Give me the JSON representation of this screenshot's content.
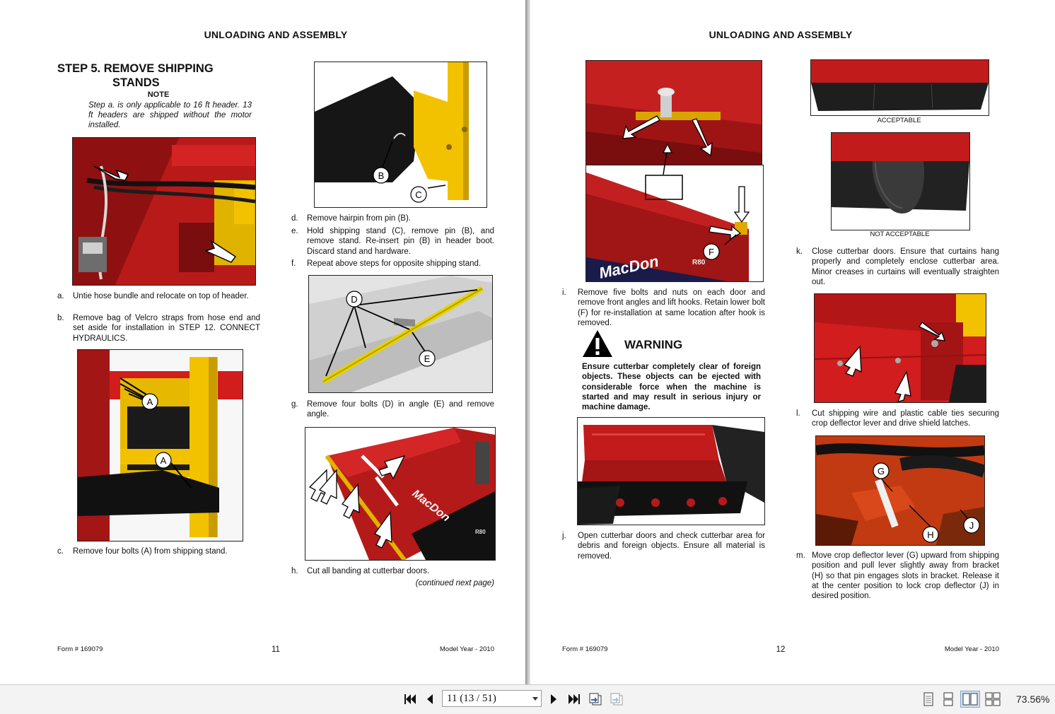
{
  "document": {
    "left_page": {
      "header": "UNLOADING AND ASSEMBLY",
      "step_title_line1": "STEP 5.  REMOVE SHIPPING",
      "step_title_line2": "STANDS",
      "note_label": "NOTE",
      "note_text": "Step a. is only applicable to 16 ft header. 13 ft headers are shipped without the motor installed.",
      "items": [
        {
          "letter": "a.",
          "text": "Untie hose bundle and relocate on top of header."
        },
        {
          "letter": "b.",
          "text": "Remove bag of Velcro straps from hose end and set aside for installation in STEP 12. CONNECT HYDRAULICS."
        },
        {
          "letter": "c.",
          "text": "Remove four bolts (A) from shipping stand."
        },
        {
          "letter": "d.",
          "text": "Remove hairpin from pin (B)."
        },
        {
          "letter": "e.",
          "text": "Hold shipping stand (C), remove pin (B), and remove stand.  Re-insert pin (B) in header boot.  Discard stand and hardware."
        },
        {
          "letter": "f.",
          "text": "Repeat above steps for opposite shipping stand."
        },
        {
          "letter": "g.",
          "text": "Remove four bolts (D) in angle (E) and remove angle."
        },
        {
          "letter": "h.",
          "text": "Cut all banding at cutterbar doors."
        }
      ],
      "continued": "(continued next page)",
      "callouts": {
        "a1": "A",
        "a2": "A",
        "b": "B",
        "c": "C",
        "d": "D",
        "e": "E",
        "brand": "MacDon",
        "model": "R80"
      },
      "footer_form": "Form # 169079",
      "page_number": "11",
      "footer_year": "Model Year - 2010"
    },
    "right_page": {
      "header": "UNLOADING AND ASSEMBLY",
      "items": [
        {
          "letter": "i.",
          "text": "Remove five bolts and nuts on each door and remove front angles and lift hooks.  Retain lower bolt (F) for re-installation at same location after hook is removed."
        },
        {
          "letter": "j.",
          "text": "Open cutterbar doors and check cutterbar area for debris and foreign objects.   Ensure all material is removed."
        },
        {
          "letter": "k.",
          "text": "Close cutterbar doors.   Ensure that curtains hang properly and completely enclose cutterbar area.  Minor creases in curtains will eventually straighten out."
        },
        {
          "letter": "l.",
          "text": "Cut shipping wire and plastic cable ties securing crop deflector lever and drive shield latches."
        },
        {
          "letter": "m.",
          "text": "Move crop deflector lever (G) upward from shipping position and pull lever slightly away from bracket (H) so that pin engages slots in bracket.  Release it at the center position to lock crop deflector (J) in desired position."
        }
      ],
      "warning_title": "WARNING",
      "warning_text": "Ensure cutterbar completely clear of foreign objects.  These objects can be ejected with considerable force when the machine is started and may result in serious injury or machine damage.",
      "caption_acceptable": "ACCEPTABLE",
      "caption_not_acceptable": "NOT ACCEPTABLE",
      "callouts": {
        "f": "F",
        "g": "G",
        "h": "H",
        "j": "J",
        "brand": "MacDon",
        "model": "R80"
      },
      "footer_form": "Form # 169079",
      "page_number": "12",
      "footer_year": "Model Year - 2010"
    }
  },
  "toolbar": {
    "page_selector_value": "11 (13 / 51)",
    "zoom_level": "73.56%"
  },
  "colors": {
    "header_red": "#c0161b",
    "stand_yellow": "#f2c200",
    "toolbar_bg": "#f3f3f3"
  }
}
